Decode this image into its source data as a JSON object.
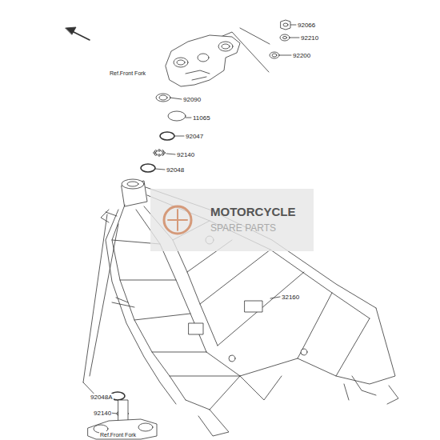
{
  "diagram": {
    "labels": [
      "92066",
      "92210",
      "92200",
      "Ref.Front Fork",
      "92090",
      "11065",
      "92047",
      "92140",
      "92048",
      "MOTORCYCLE",
      "SPARE PARTS",
      "32160",
      "92048A",
      "92140",
      "Ref.Front Fork"
    ]
  }
}
